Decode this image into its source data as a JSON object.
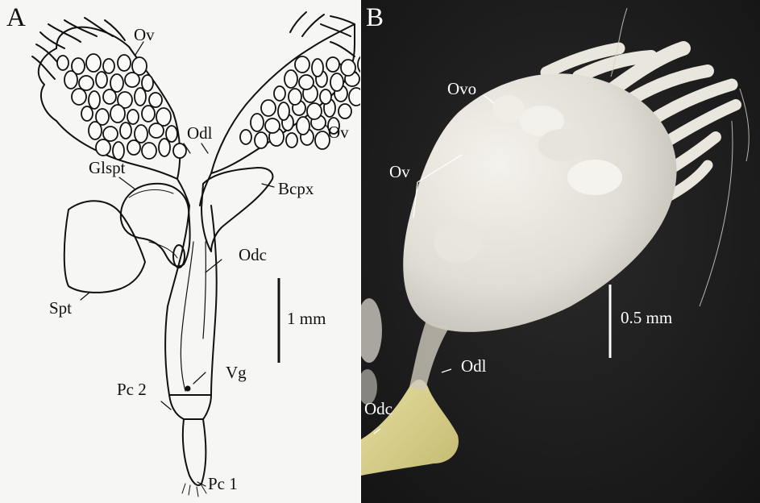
{
  "panels": [
    {
      "letter": "A",
      "kind": "line drawing",
      "labels": [
        "Ov",
        "Ov",
        "Odl",
        "Glspt",
        "Bcpx",
        "Odc",
        "Spt",
        "Vg",
        "Pc 2",
        "Pc 1"
      ],
      "scale_bar": "1 mm"
    },
    {
      "letter": "B",
      "kind": "photograph",
      "labels": [
        "Ovo",
        "Ov",
        "Odl",
        "Odc"
      ],
      "scale_bar": "0.5 mm"
    }
  ],
  "colors": {
    "drawing_background": "#f6f6f4",
    "ink": "#111111",
    "photo_background": "#171717",
    "tissue": "#e8e5dc",
    "oviduct_yellow": "#d9d08a",
    "label_white": "#ffffff"
  }
}
